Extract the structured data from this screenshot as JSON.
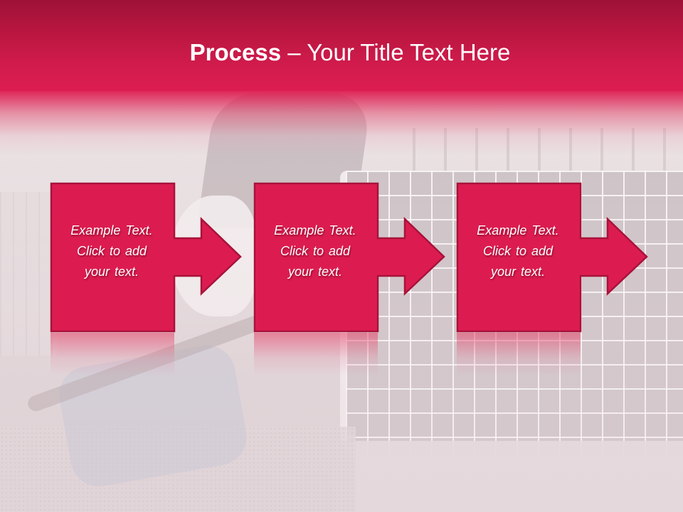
{
  "slide": {
    "title": {
      "strong": "Process",
      "rest": " – Your Title Text Here"
    },
    "colors": {
      "header_top": "#9e1238",
      "header_bottom": "#dc1d51",
      "box_fill": "#dc1c50",
      "box_border": "#a8123a",
      "text": "#ffffff"
    },
    "steps": [
      {
        "line1": "Example Text.",
        "line2": "Click  to add",
        "line3": "your text."
      },
      {
        "line1": "Example Text.",
        "line2": "Click  to add",
        "line3": "your text."
      },
      {
        "line1": "Example Text.",
        "line2": "Click  to add",
        "line3": "your text."
      }
    ],
    "icons": {
      "step_arrow": "arrow-right-icon"
    }
  }
}
